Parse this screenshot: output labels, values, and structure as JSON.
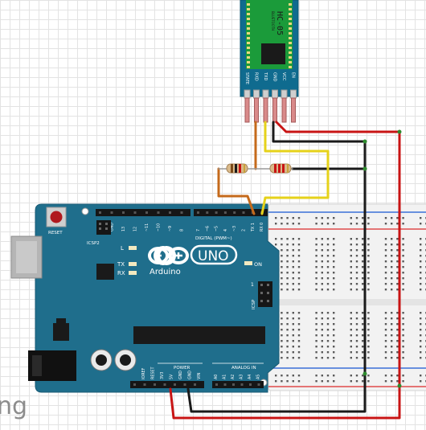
{
  "bluetooth_module": {
    "model": "HC-05",
    "chip_text": "BLUETOOTH",
    "pins": [
      "STATE",
      "RXD",
      "TXD",
      "GND",
      "VCC",
      "EN"
    ]
  },
  "arduino": {
    "brand": "Arduino",
    "model": "UNO",
    "reset_label": "RESET",
    "icsp2_label": "ICSP2",
    "icsp_label": "ICSP",
    "digital_label": "DIGITAL (PWM~)",
    "power_label": "POWER",
    "analog_label": "ANALOG IN",
    "on_label": "ON",
    "led_l": "L",
    "led_tx": "TX",
    "led_rx": "RX",
    "icsp_pin1": "1",
    "digital_pins_left": [
      "AREF",
      "GND",
      "13",
      "12",
      "~11",
      "~10",
      "~9",
      "8"
    ],
    "digital_pins_right": [
      "7",
      "~6",
      "~5",
      "4",
      "~3",
      "2",
      "TX 1",
      "RX 0"
    ],
    "power_pins": [
      "IOREF",
      "RESET",
      "3V3",
      "5V",
      "GND",
      "GND",
      "VIN"
    ],
    "analog_pins": [
      "A0",
      "A1",
      "A2",
      "A3",
      "A4",
      "A5"
    ]
  },
  "breadboard": {
    "rail_colors": {
      "negative": "#3a6fd8",
      "positive": "#e04a4a"
    }
  },
  "watermark": "ng",
  "colors": {
    "board": "#1f6e8c",
    "module": "#0f6b8f",
    "wire_red": "#c81414",
    "wire_black": "#1a1a1a",
    "wire_yellow": "#e6d21a",
    "wire_orange": "#c56a1b",
    "wire_green": "#2e8b2e"
  }
}
